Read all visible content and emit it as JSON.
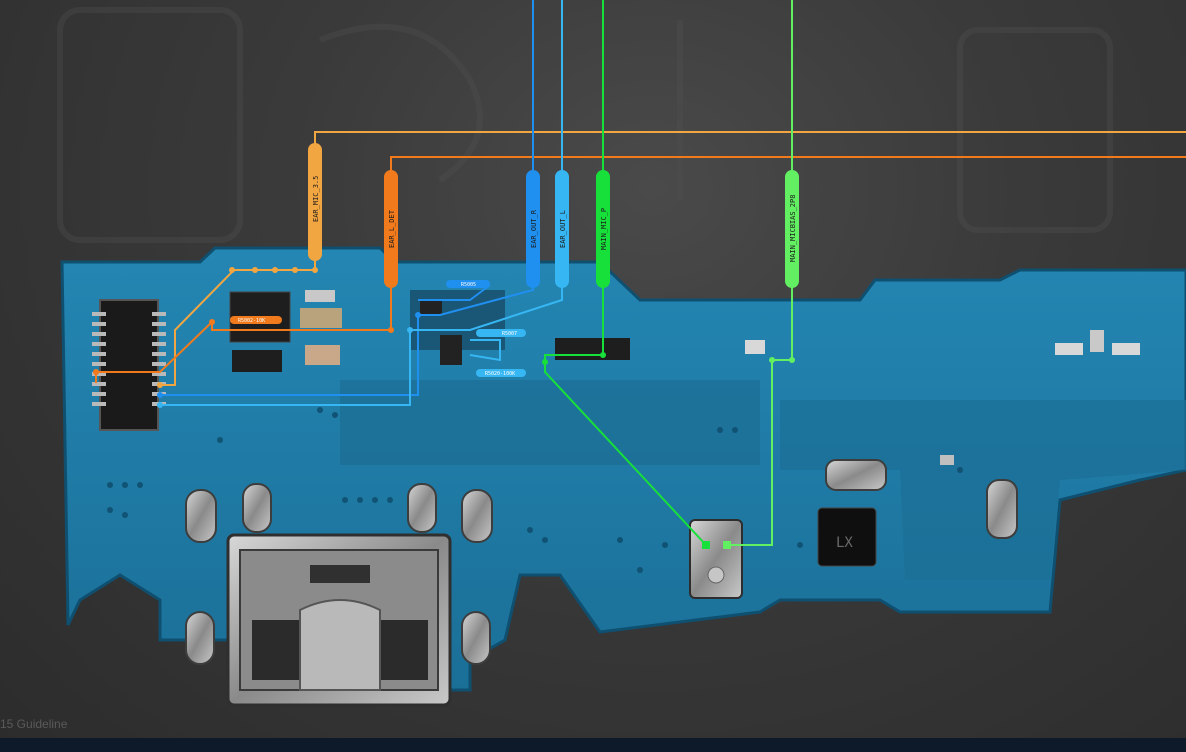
{
  "watermark": "15 Guideline",
  "signals": [
    {
      "name": "EAR_MIC_3.5",
      "color": "#f2a641"
    },
    {
      "name": "EAR_L_DET",
      "color": "#f07a1c"
    },
    {
      "name": "EAR_OUT_R",
      "color": "#1f8ff0"
    },
    {
      "name": "EAR_OUT_L",
      "color": "#36b6f2"
    },
    {
      "name": "MAIN_MIC_P",
      "color": "#18e03a"
    },
    {
      "name": "MAIN_MICBIAS_2P8",
      "color": "#62ef62"
    }
  ],
  "component_labels": {
    "r5002": "R5002-10K",
    "r5005": "R5005",
    "r5007": "R5007",
    "r5020": "R5020-100K"
  },
  "ic_marking": "LX"
}
